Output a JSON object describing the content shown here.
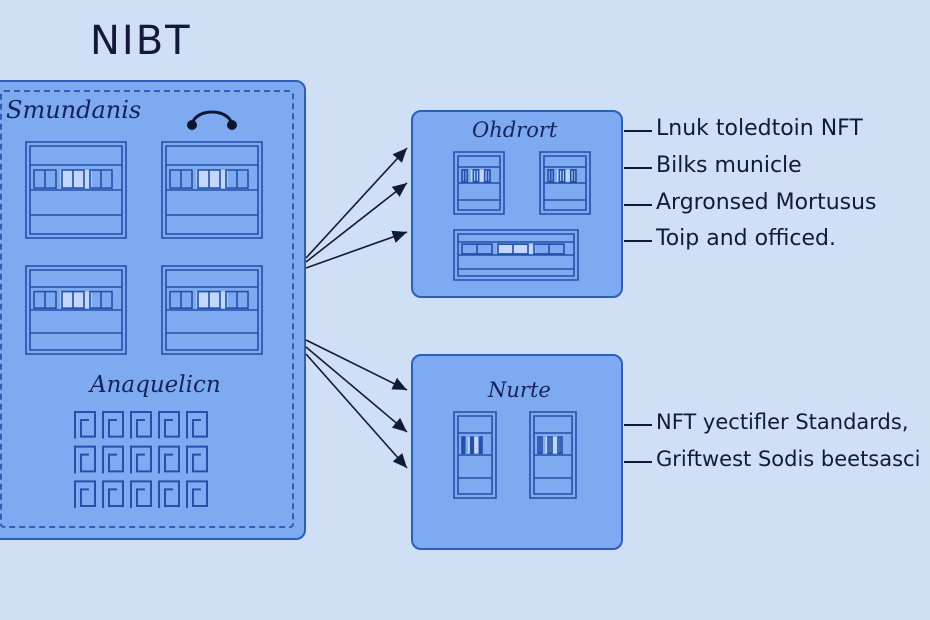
{
  "title": "NIBT",
  "left_panel": {
    "label": "Smundanis",
    "sub_label": "Anaquelicn"
  },
  "box_top": {
    "label": "Ohdrort",
    "annotations": [
      "Lnuk toledtoin NFT",
      "Bilks municle",
      "Argronsed Mortusus",
      "Toip and officed."
    ]
  },
  "box_bottom": {
    "label": "Nurte",
    "annotations": [
      "NFT yectifler Standards,",
      "Griftwest Sodis beetsasci"
    ]
  },
  "colors": {
    "background": "#cfe0f6",
    "panel_fill": "#7eaaf1",
    "panel_stroke": "#2d5fb8",
    "ink": "#14183a"
  },
  "icons": [
    "maze-glyph-icon",
    "handle-icon",
    "arrow-icon"
  ]
}
